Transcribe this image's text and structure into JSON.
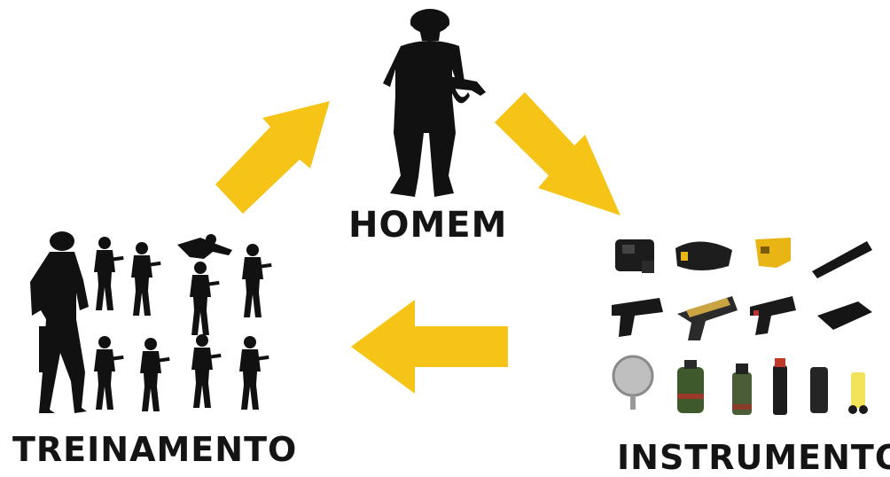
{
  "nodes": {
    "homem": {
      "label": "HOMEM",
      "icon": "soldier-silhouette-icon"
    },
    "treinamento": {
      "label": "TREINAMENTO",
      "icon": "training-soldiers-group-icon"
    },
    "instrumento": {
      "label": "INSTRUMENTO",
      "icon": "non-lethal-weapons-grid-icon"
    }
  },
  "edges": [
    {
      "from": "treinamento",
      "to": "homem"
    },
    {
      "from": "homem",
      "to": "instrumento"
    },
    {
      "from": "instrumento",
      "to": "treinamento"
    }
  ],
  "colors": {
    "arrow": "#F5C416",
    "silhouette": "#111111",
    "text": "#141414",
    "background": "#FFFFFF"
  }
}
